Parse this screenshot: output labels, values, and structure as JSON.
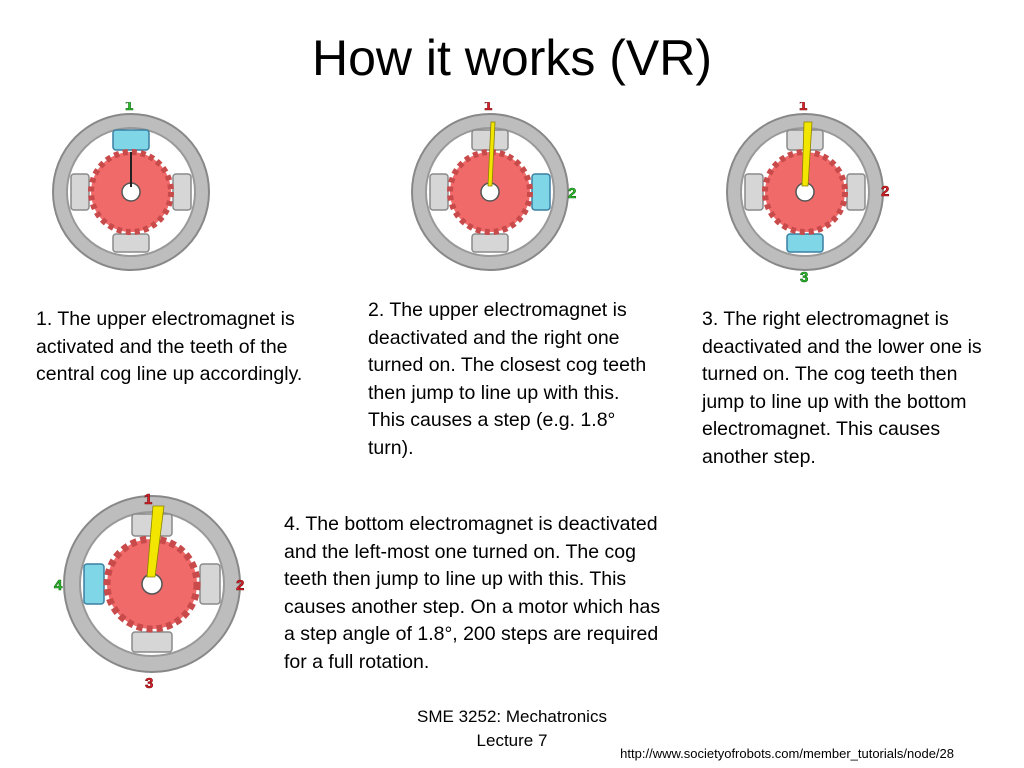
{
  "title": "How it works (VR)",
  "steps": [
    {
      "text": "1. The upper electromagnet is activated and the teeth of the central cog line up accordingly.",
      "labels": [
        "1"
      ],
      "active_magnet": "top"
    },
    {
      "text": "2. The upper electromagnet is deactivated and the right one turned on. The closest cog teeth then jump to line up with this. This causes a step (e.g. 1.8° turn).",
      "labels": [
        "1",
        "2"
      ],
      "active_magnet": "right"
    },
    {
      "text": "3. The right electromagnet is deactivated and the lower one is turned on. The cog teeth then jump to line up with the bottom electromagnet. This causes another step.",
      "labels": [
        "1",
        "2",
        "3"
      ],
      "active_magnet": "bottom"
    },
    {
      "text": "4. The bottom electromagnet is deactivated and the left-most one turned on. The cog teeth then jump to line up with this. This causes another step. On a motor which has a step angle of 1.8°, 200 steps are required for a full rotation.",
      "labels": [
        "1",
        "2",
        "3",
        "4"
      ],
      "active_magnet": "left"
    }
  ],
  "footer": {
    "course": "SME 3252: Mechatronics",
    "lecture": "Lecture 7"
  },
  "source_url": "http://www.societyofrobots.com/member_tutorials/node/28",
  "colors": {
    "active_label": "#2bbd2b",
    "inactive_label": "#d9202a",
    "cog": "#f06a6a",
    "ring": "#a9a9a9",
    "active_magnet": "#7fd6e6",
    "pointer": "#f2e600"
  }
}
